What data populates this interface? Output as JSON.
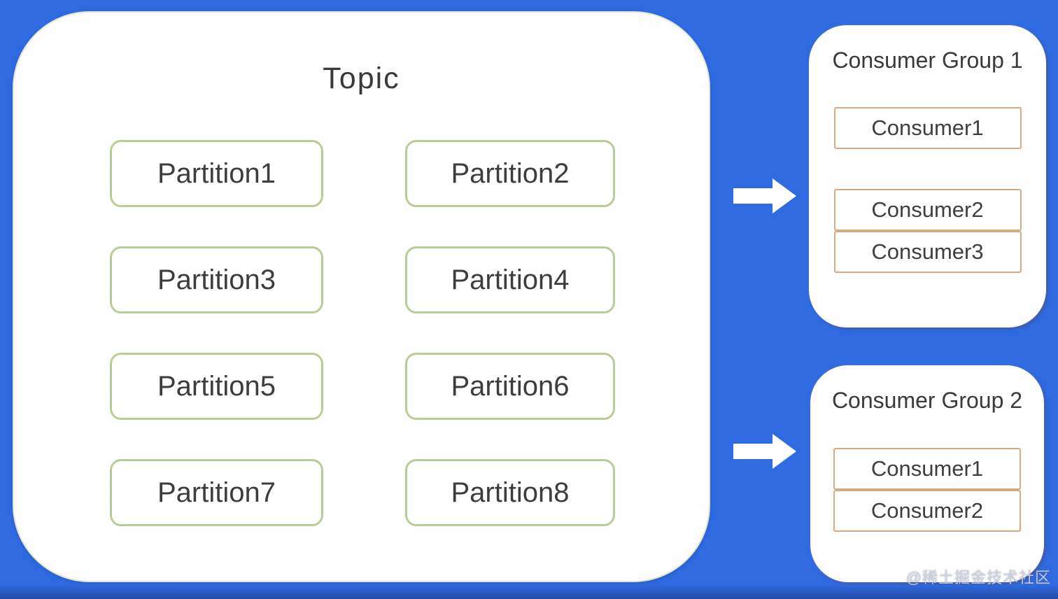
{
  "colors": {
    "background": "#2f6ae0",
    "panel": "#fefefe",
    "partition-border": "#b9cc95",
    "consumer-border": "#d4ab85",
    "text": "#3d3d3d",
    "arrow": "#ffffff"
  },
  "topic": {
    "title": "Topic",
    "partitions": [
      "Partition1",
      "Partition2",
      "Partition3",
      "Partition4",
      "Partition5",
      "Partition6",
      "Partition7",
      "Partition8"
    ]
  },
  "consumer_groups": [
    {
      "title": "Consumer Group 1",
      "consumers": [
        "Consumer1",
        "Consumer2",
        "Consumer3"
      ]
    },
    {
      "title": "Consumer Group 2",
      "consumers": [
        "Consumer1",
        "Consumer2"
      ]
    }
  ],
  "watermark": "@稀土掘金技术社区"
}
